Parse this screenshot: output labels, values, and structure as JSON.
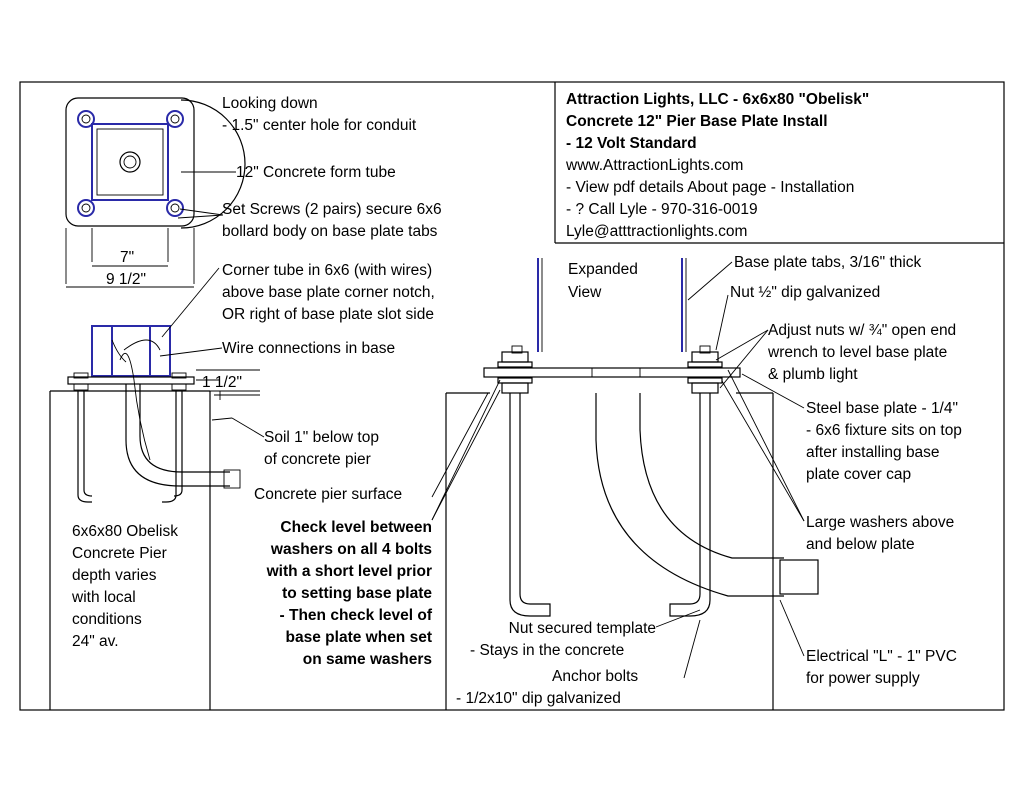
{
  "title_block": {
    "line1": "Attraction Lights, LLC - 6x6x80 \"Obelisk\"",
    "line2": "Concrete 12\" Pier Base Plate Install",
    "line3": "- 12 Volt Standard",
    "line4": "www.AttractionLights.com",
    "line5": "- View pdf details About page - Installation",
    "line6": "- ? Call Lyle - 970-316-0019",
    "line7": "Lyle@atttractionlights.com"
  },
  "left_view": {
    "looking_down": "Looking down",
    "center_hole": "- 1.5\" center hole for conduit",
    "form_tube": "12\" Concrete form tube",
    "set_screws_1": "Set Screws (2 pairs) secure 6x6",
    "set_screws_2": "bollard body on base plate tabs",
    "dim_7": "7\"",
    "dim_9_half": "9 1/2\"",
    "corner_tube_1": "Corner tube in 6x6 (with wires)",
    "corner_tube_2": "above base plate corner notch,",
    "corner_tube_3": "OR right of base plate slot side",
    "wire_connections": "Wire connections in base",
    "dim_1_half": "1 1/2\"",
    "soil_1": "Soil 1\" below top",
    "soil_2": "of concrete pier",
    "pier_surface": "Concrete pier surface",
    "pier_desc_1": "6x6x80 Obelisk",
    "pier_desc_2": "Concrete Pier",
    "pier_desc_3": "depth varies",
    "pier_desc_4": "with local",
    "pier_desc_5": "conditions",
    "pier_desc_6": "24\" av."
  },
  "check_level": {
    "l1": "Check level between",
    "l2": "washers on all 4 bolts",
    "l3": "with a short level  prior",
    "l4": "to setting base plate",
    "l5": "- Then check level of",
    "l6": "base plate when set",
    "l7": "on same washers"
  },
  "expanded_view": {
    "title_1": "Expanded",
    "title_2": "View",
    "tabs": "Base plate tabs, 3/16\" thick",
    "nut": "Nut ½\" dip galvanized",
    "adjust_1": "Adjust nuts w/ ¾\" open end",
    "adjust_2": "wrench to level base plate",
    "adjust_3": "& plumb light",
    "steel_1": "Steel base plate - 1/4\"",
    "steel_2": "- 6x6 fixture sits on top",
    "steel_3": "after installing base",
    "steel_4": "plate cover cap",
    "washers_1": "Large washers above",
    "washers_2": "and below plate",
    "template_1": "Nut secured template",
    "template_2": "- Stays in the concrete",
    "anchor_1": "Anchor bolts",
    "anchor_2": "- 1/2x10\" dip galvanized",
    "pvc_1": "Electrical \"L\" - 1\" PVC",
    "pvc_2": "for power supply"
  }
}
